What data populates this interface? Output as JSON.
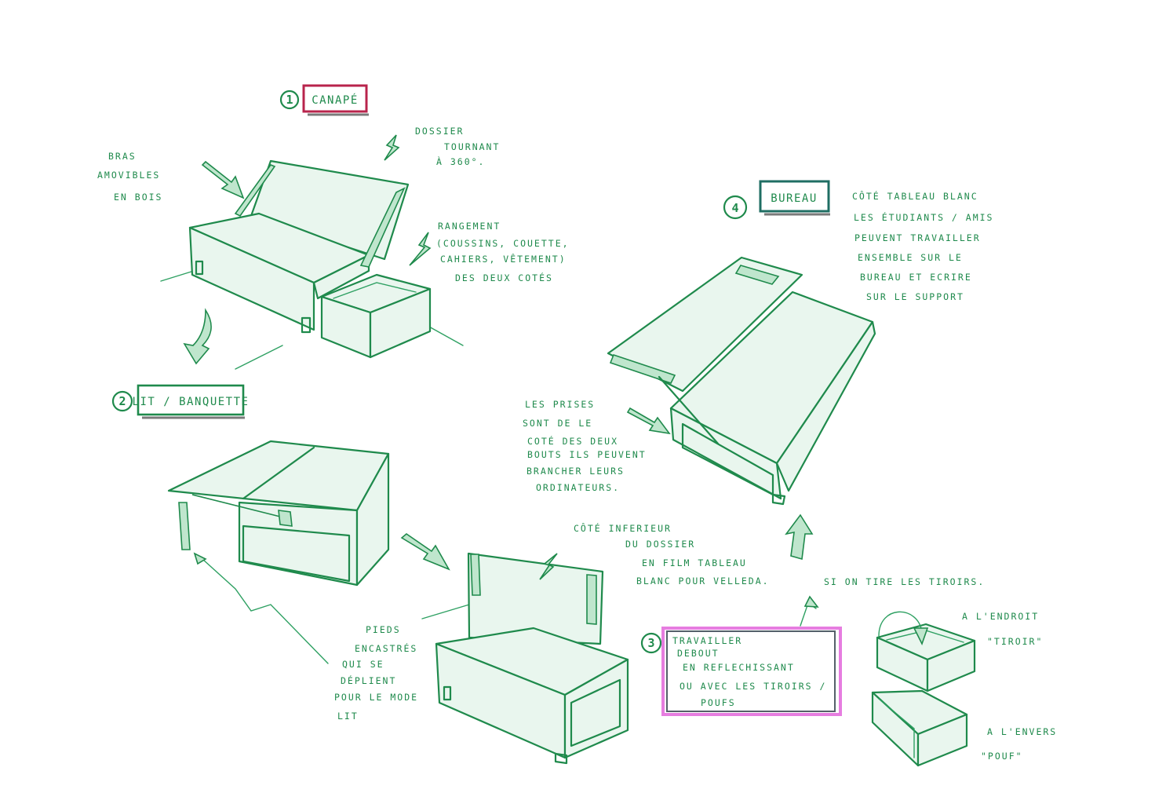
{
  "steps": {
    "canape": {
      "number": "1",
      "title": "CANAPÉ",
      "frame_color": "#b8244c"
    },
    "lit": {
      "number": "2",
      "title": "LIT / BANQUETTE",
      "frame_color": "#1f8a4c"
    },
    "travailler": {
      "number": "3",
      "frame_color": "#e67de0",
      "lines": [
        "TRAVAILLER",
        "DEBOUT",
        "EN REFLECHISSANT",
        "OU AVEC LES TIROIRS /",
        "POUFS"
      ]
    },
    "bureau": {
      "number": "4",
      "title": "BUREAU",
      "frame_color": "#1f6e63"
    }
  },
  "notes": {
    "bras": [
      "BRAS",
      "AMOVIBLES",
      "EN BOIS"
    ],
    "dossier": [
      "DOSSIER",
      "TOURNANT",
      "À 360°."
    ],
    "rangement": [
      "RANGEMENT",
      "(COUSSINS, COUETTE,",
      "CAHIERS, VÊTEMENT)",
      "DES DEUX COTÉS"
    ],
    "bureau_cote": [
      "CÔTÉ TABLEAU BLANC",
      "LES ÉTUDIANTS / AMIS",
      "PEUVENT TRAVAILLER",
      "ENSEMBLE SUR LE",
      "BUREAU ET ECRIRE",
      "SUR LE SUPPORT"
    ],
    "prises": [
      "LES PRISES",
      "SONT DE LE",
      "COTÉ DES DEUX",
      "BOUTS ILS PEUVENT",
      "BRANCHER LEURS",
      "ORDINATEURS."
    ],
    "dossier_inferieur": [
      "CÔTÉ INFERIEUR",
      "DU DOSSIER",
      "EN FILM TABLEAU",
      "BLANC POUR VELLEDA."
    ],
    "tiroirs": "SI ON TIRE LES TIROIRS.",
    "pieds": [
      "PIEDS",
      "ENCASTRÉS",
      "QUI SE",
      "DÉPLIENT",
      "POUR LE MODE",
      "LIT"
    ],
    "endroit": [
      "A L'ENDROIT",
      "\"TIROIR\""
    ],
    "envers": [
      "A L'ENVERS",
      "\"POUF\""
    ]
  }
}
